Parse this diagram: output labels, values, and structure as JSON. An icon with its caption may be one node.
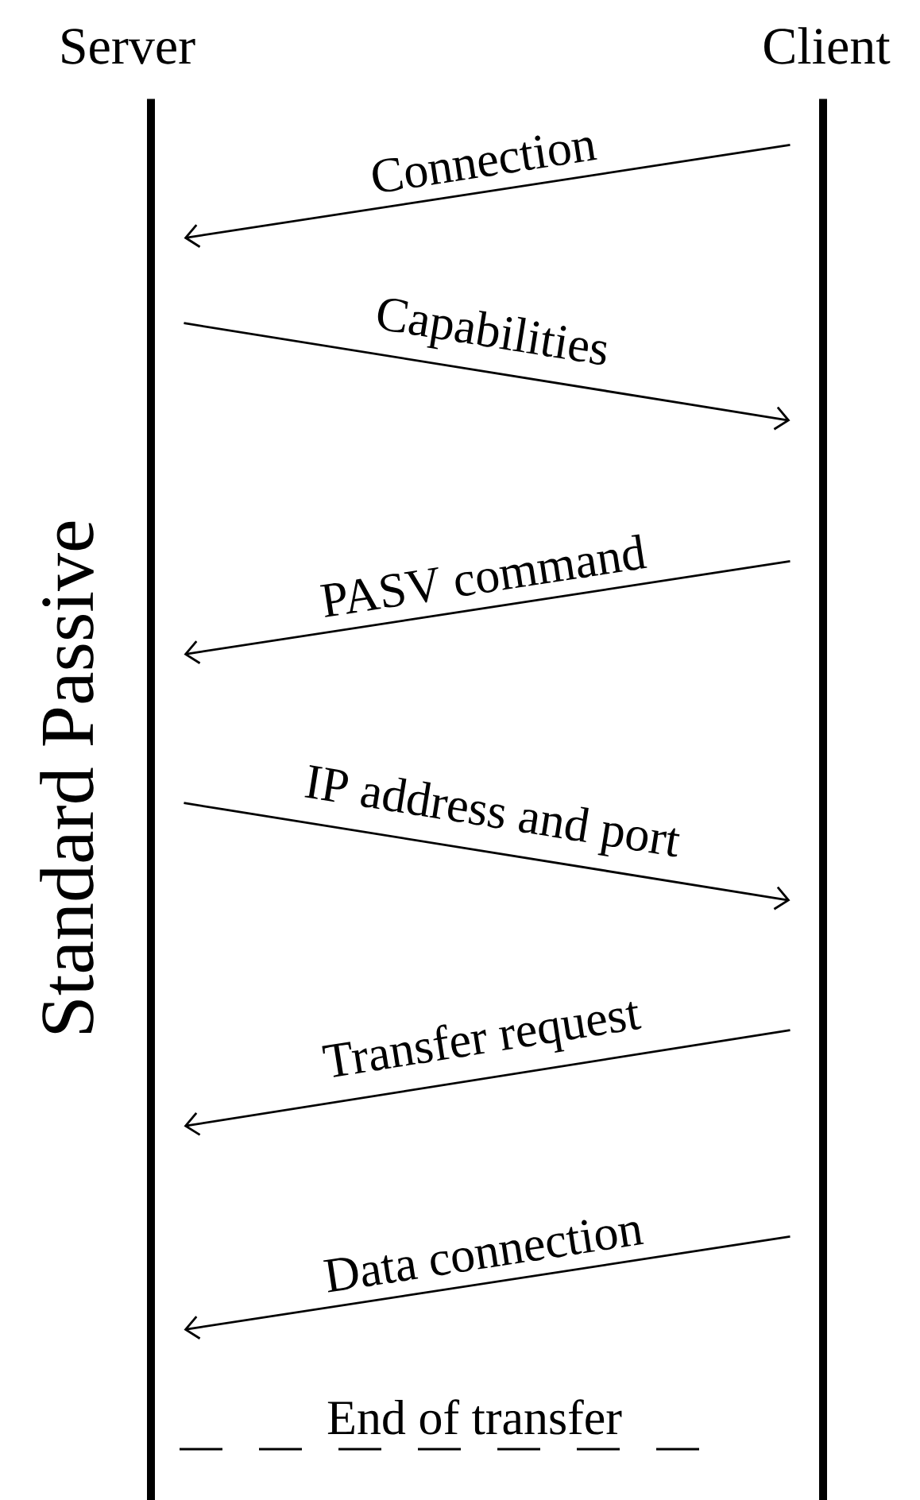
{
  "diagram": {
    "nodes": [
      {
        "text": [
          "Server"
        ]
      },
      {
        "text": [
          "Client"
        ]
      }
    ],
    "edges": [
      {
        "from": 1,
        "to": 0,
        "arrow": "to",
        "label": "Connection"
      },
      {
        "from": 0,
        "to": 1,
        "arrow": "to",
        "label": "Capabilities"
      },
      {
        "from": 1,
        "to": 0,
        "arrow": "to",
        "label": "PASV command"
      },
      {
        "from": 0,
        "to": 1,
        "arrow": "to",
        "label": "IP address and port"
      },
      {
        "from": 1,
        "to": 0,
        "arrow": "to",
        "label": "Transfer request"
      },
      {
        "from": 1,
        "to": 0,
        "arrow": "to",
        "label": "Data connection"
      },
      {
        "from": 0,
        "to": 1,
        "arrow": "none",
        "style": "dashed",
        "label": "End of transfer"
      }
    ],
    "labels": [
      "Standard Passive"
    ]
  }
}
